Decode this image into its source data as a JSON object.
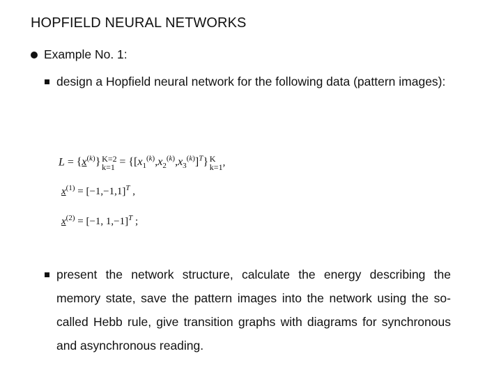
{
  "title": "HOPFIELD NEURAL NETWORKS",
  "example_heading": "Example No. 1:",
  "item1_text": "design a Hopfield neural network for the following data (pattern images):",
  "equations": {
    "L_lhs": "L =",
    "L_set1": "{x(k)}",
    "L_sup1": "K=2",
    "L_sub1": "k=1",
    "L_set2": "= {[x1(k), x2(k), x3(k)]T}",
    "L_sup2": "K",
    "L_sub2": "k=1",
    "L_tail": ",",
    "x1_lhs": "x(1)",
    "x1_rhs": "= [−1,−1,1]T ,",
    "x2_lhs": "x(2)",
    "x2_rhs": "= [−1, 1,−1]T ;"
  },
  "item2_text": "present the network structure, calculate the energy describing the memory state, save the pattern images into the network using the so-called Hebb rule, give transition graphs with diagrams for synchronous and asynchronous reading."
}
